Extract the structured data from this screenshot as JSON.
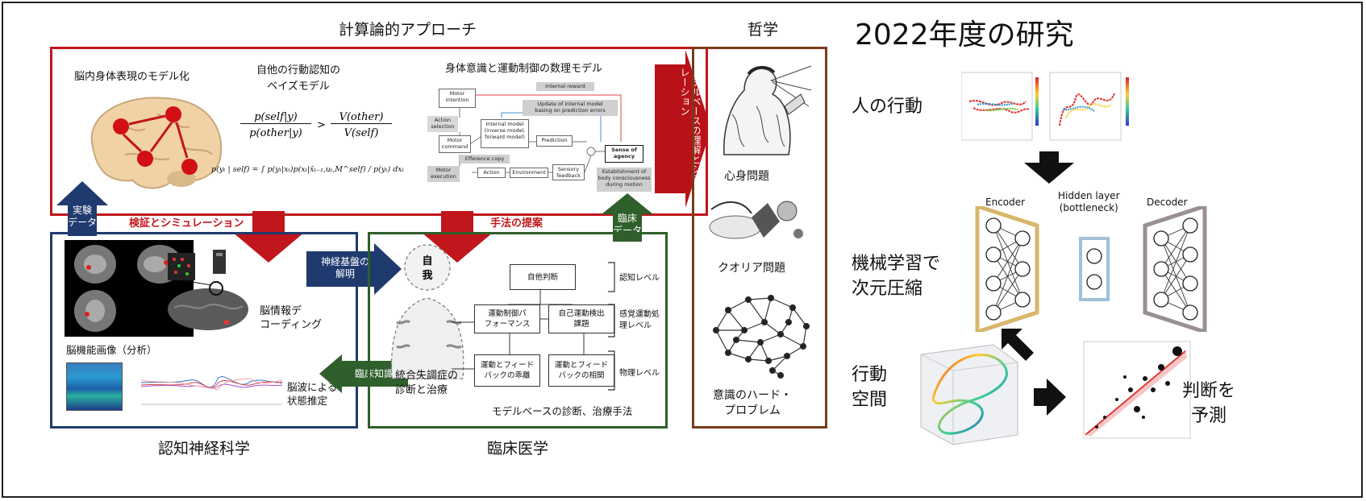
{
  "top_title": "計算論的アプローチ",
  "philosophy": {
    "title": "哲学",
    "items": [
      "心身問題",
      "クオリア問題",
      "意識のハード・\nプロブレム"
    ]
  },
  "computational": {
    "brain_model": "脳内身体表現のモデル化",
    "bayes_title": "自他の行動認知の\nベイズモデル",
    "math_model_title": "身体意識と運動制御の数理モデル",
    "eq1_lhs_num": "p(self|y)",
    "eq1_lhs_den": "p(other|y)",
    "eq1_op": ">",
    "eq1_rhs_num": "V(other)",
    "eq1_rhs_den": "V(self)",
    "eq2": "p(yₜ | self) = ∫ p(yₜ|xₜ)p(xₜ|x̄ₜ₋₁,uₜ,M^self) / p(yₜ) dxₜ",
    "diagram": {
      "motor_intention": "Motor\nintention",
      "internal_reward": "Internal reward",
      "update_model": "Update of internal model\nbasing on prediction errors",
      "action_selection": "Action\nselection",
      "motor_command": "Motor\ncommand",
      "internal_model": "Internal model\n(inverse model,\nforward model)",
      "prediction": "Prediction",
      "efference_copy": "Efference copy",
      "sense_of_agency": "Sense of\nagency",
      "motor_execution": "Motor\nexecution",
      "action": "Action",
      "environment": "Environment",
      "sensory_feedback": "Sensory\nfeedback",
      "establishment": "Establishment of\nbody consciousness\nduring motion"
    },
    "vertical_arrow": "モデルベースの理解とシミュレーション"
  },
  "labels": {
    "experimental_data": "実験\nデータ",
    "verification": "検証とシミュレーション",
    "method_proposal": "手法の提案",
    "clinical_data": "臨床\nデータ",
    "neural_basis": "神経基盤の\n解明",
    "clinical_knowledge": "臨床知識"
  },
  "neuro": {
    "title": "認知神経科学",
    "fmri": "脳機能画像（分析）",
    "decoding": "脳情報デ\nコーディング",
    "eeg": "脳波による\n状態推定"
  },
  "clinical": {
    "title": "臨床医学",
    "self": "自\n我",
    "schizo": "統合失調症の\n診断と治療",
    "self_other": "自他判断",
    "motor_perf": "運動制御パ\nフォーマンス",
    "self_motion": "自己運動検出\n課題",
    "motor_fb_dev": "運動とフィード\nバックの乖離",
    "motor_fb_corr": "運動とフィード\nバックの相関",
    "level_cog": "認知レベル",
    "level_sense": "感覚運動処\n理レベル",
    "level_phys": "物理レベル",
    "footer": "モデルベースの診断、治療手法"
  },
  "research": {
    "title": "2022年度の研究",
    "human_action": "人の行動",
    "ml": "機械学習で\n次元圧縮",
    "action_space": "行動\n空間",
    "predict": "判断を\n予測",
    "encoder": "Encoder",
    "hidden": "Hidden layer\n(bottleneck)",
    "decoder": "Decoder"
  },
  "colors": {
    "red": "#c0161c",
    "dark_red": "#b81218",
    "navy": "#1f3a6e",
    "green": "#2f5f2a",
    "brown": "#7a3b1b",
    "encoder_border": "#d8b66b",
    "hidden_border": "#9fc0d8",
    "decoder_border": "#9a9090"
  }
}
